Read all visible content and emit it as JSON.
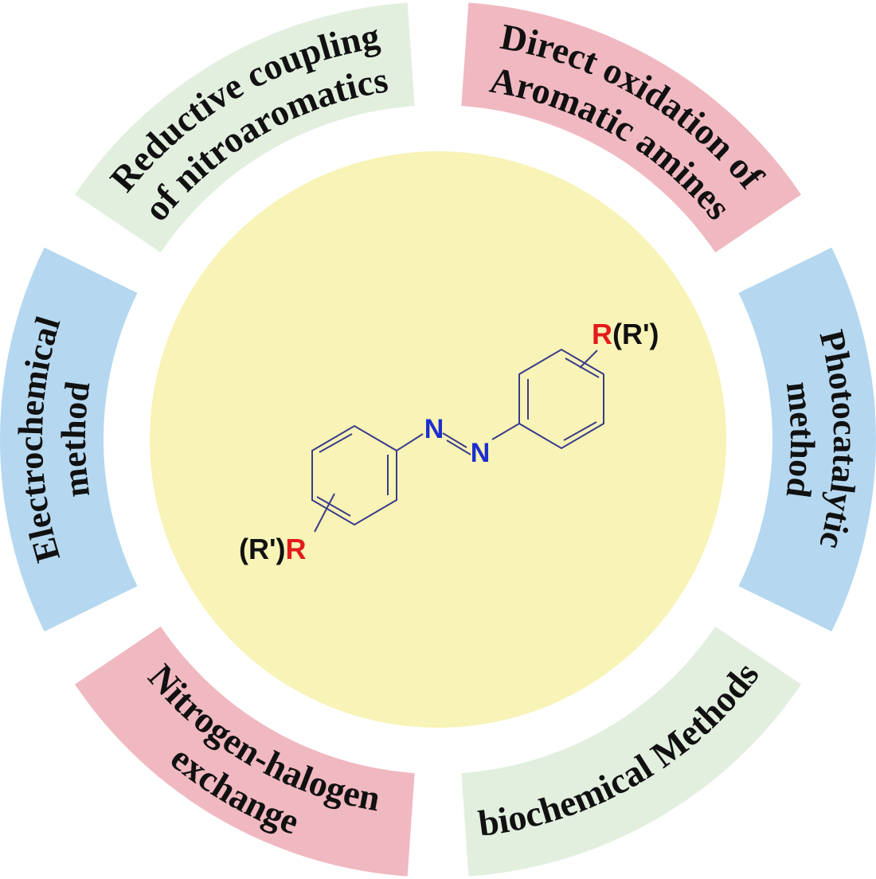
{
  "segments": [
    {
      "id": "direct-oxidation",
      "lines": [
        "Direct oxidation of",
        "Aromatic amines"
      ],
      "color": "#F0B8C0"
    },
    {
      "id": "photocatalytic",
      "lines": [
        "Photocatalytic",
        "method"
      ],
      "color": "#B5D8F0"
    },
    {
      "id": "biochemical",
      "lines": [
        "biochemical Methods"
      ],
      "color": "#E2EFDF"
    },
    {
      "id": "nitrogen-halogen",
      "lines": [
        "Nitrogen-halogen",
        "exchange"
      ],
      "color": "#F0B8C0"
    },
    {
      "id": "electrochemical",
      "lines": [
        "Electrochemical",
        "method"
      ],
      "color": "#B5D8F0"
    },
    {
      "id": "reductive-coupling",
      "lines": [
        "Reductive coupling",
        "of nitroaromatics"
      ],
      "color": "#E2EFDF"
    }
  ],
  "center": {
    "color": "#F8F3B6"
  },
  "molecule": {
    "n_label": "N",
    "r_label": "R",
    "r_prime_label": "(R')",
    "r_prime_label_left": "(R')",
    "n_color": "#1E2FCF",
    "r_color": "#E31B1B",
    "bond_color": "#3A3C8A",
    "text_color": "#111111"
  }
}
